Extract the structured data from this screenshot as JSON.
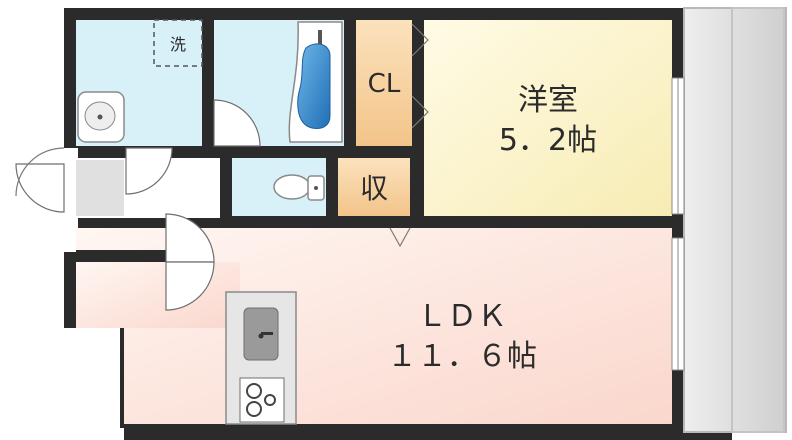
{
  "rooms": {
    "western_room": {
      "name": "洋室",
      "size": "5．2帖"
    },
    "ldk": {
      "name": "ＬＤＫ",
      "size": "１１．６帖"
    },
    "closet": {
      "label": "CL"
    },
    "storage": {
      "label": "収"
    },
    "washer": {
      "label": "洗"
    }
  },
  "colors": {
    "wall": "#2b2b2b",
    "wet_area": "#d8f1f8",
    "western_room": "#fbf6d2",
    "ldk": "#fbe6e0",
    "storage": "#f6cf9a",
    "balcony": "#d9d9d9",
    "bathtub": "#2f7fc4",
    "fixture": "#9a9a9a"
  }
}
